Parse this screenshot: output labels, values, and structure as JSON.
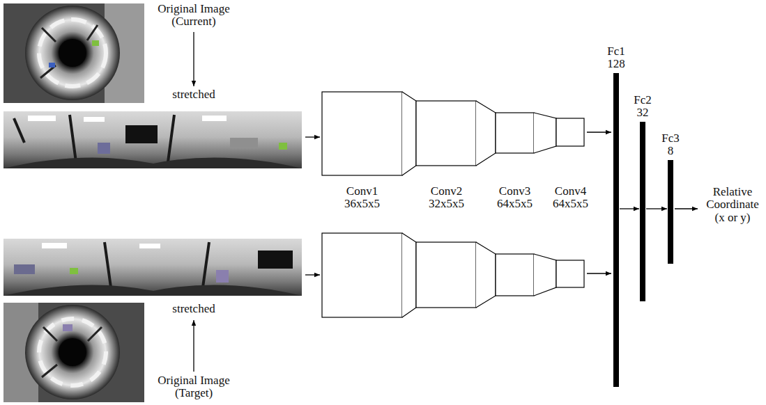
{
  "diagram": {
    "nodes": [
      {
        "text": [
          "Fc1 128"
        ]
      },
      {
        "text": [
          "Fc2 32"
        ]
      },
      {
        "text": [
          "Fc3 8"
        ]
      }
    ],
    "edges": [
      {
        "from": 0,
        "to": 1,
        "arrow": "to"
      },
      {
        "from": 1,
        "to": 2,
        "arrow": "to"
      }
    ],
    "labels": [
      "Original Image (Current)",
      "stretched",
      "Conv1 36x5x5",
      "Conv2 32x5x5",
      "Conv3 64x5x5",
      "Conv4 64x5x5",
      "stretched",
      "Original Image (Target)",
      "Relative Coordinate (x or y)"
    ]
  }
}
